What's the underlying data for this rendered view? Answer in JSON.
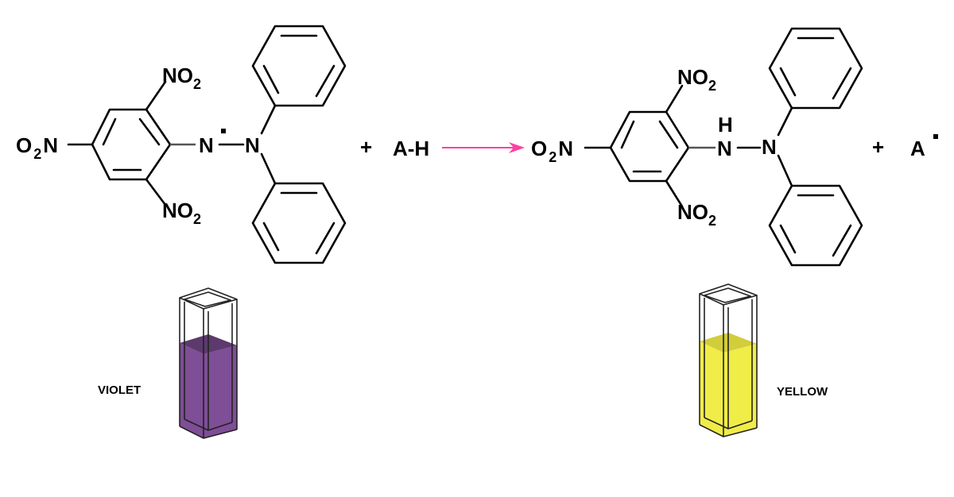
{
  "colors": {
    "bond": "#000000",
    "arrow": "#ff3fa4",
    "violet_liquid": "#7e4e96",
    "violet_top": "#5c3a6e",
    "yellow_liquid": "#f0ec48",
    "yellow_top": "#d2cd3a"
  },
  "reactant": {
    "no2_top": {
      "main": "NO",
      "sub": "2"
    },
    "no2_bottom": {
      "main": "NO",
      "sub": "2"
    },
    "o2n_left": {
      "pre": "O",
      "sub": "2",
      "post": "N"
    },
    "n_radical": "N",
    "n_amine": "N"
  },
  "reagent": {
    "plus": "+",
    "label": "A-H"
  },
  "product": {
    "no2_top": {
      "main": "NO",
      "sub": "2"
    },
    "no2_bottom": {
      "main": "NO",
      "sub": "2"
    },
    "o2n_left": {
      "pre": "O",
      "sub": "2",
      "post": "N"
    },
    "h": "H",
    "n_hydrazine": "N",
    "n_amine": "N"
  },
  "byproduct": {
    "plus": "+",
    "label": "A"
  },
  "cuvettes": {
    "left_label": "VIOLET",
    "right_label": "YELLOW"
  }
}
